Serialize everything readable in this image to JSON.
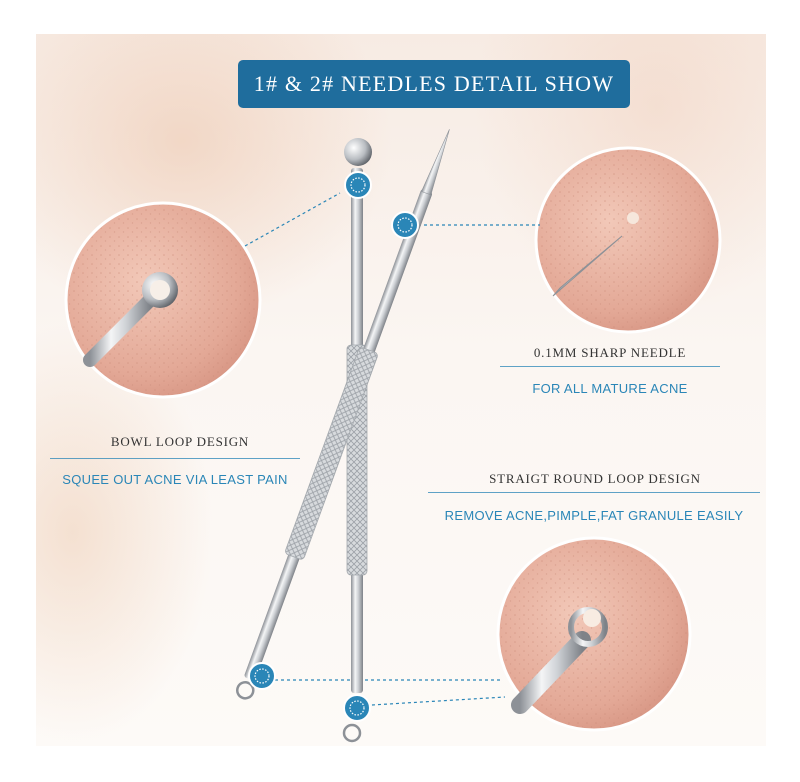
{
  "banner": {
    "title": "1# & 2# NEEDLES DETAIL SHOW"
  },
  "features": [
    {
      "title": "BOWL LOOP DESIGN",
      "description": "SQUEE OUT ACNE VIA LEAST PAIN"
    },
    {
      "title": "0.1MM SHARP NEEDLE",
      "description": "FOR ALL MATURE ACNE"
    },
    {
      "title": "STRAIGT ROUND LOOP DESIGN",
      "description": "REMOVE ACNE,PIMPLE,FAT GRANULE EASILY"
    }
  ],
  "colors": {
    "accent": "#1f6d9d",
    "text_blue": "#2a86b7",
    "skin": "#e8b8a8",
    "steel": "#c9ccd0"
  }
}
